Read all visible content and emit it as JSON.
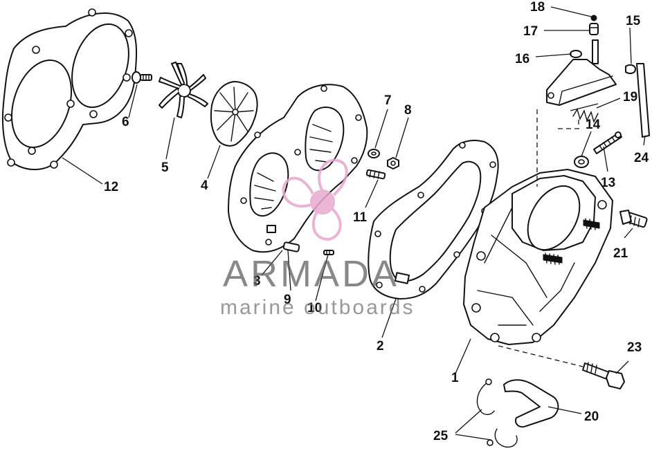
{
  "callouts": {
    "c1": "1",
    "c2": "2",
    "c3": "3",
    "c4": "4",
    "c5": "5",
    "c6": "6",
    "c7": "7",
    "c8": "8",
    "c9": "9",
    "c10": "10",
    "c11": "11",
    "c12": "12",
    "c13": "13",
    "c14": "14",
    "c15": "15",
    "c16": "16",
    "c17": "17",
    "c18": "18",
    "c19": "19",
    "c20": "20",
    "c21": "21",
    "c23": "23",
    "c24": "24",
    "c25": "25"
  },
  "watermark": {
    "name": "ARMADA",
    "tagline": "marine outboards",
    "name_color": "#5a5a5a",
    "tagline_color": "#707070",
    "logo_color": "#e7a8cd"
  }
}
